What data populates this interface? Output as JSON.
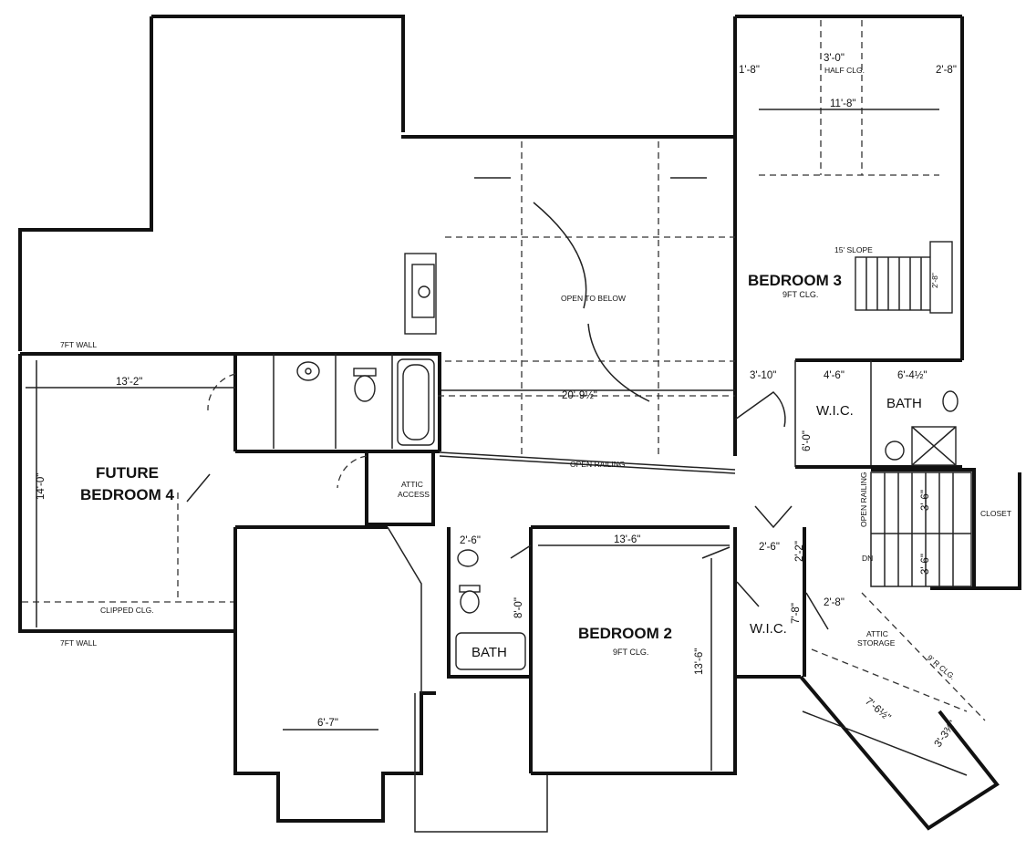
{
  "rooms": {
    "bedroom3": {
      "name": "BEDROOM 3",
      "ceiling": "9FT CLG."
    },
    "bedroom2": {
      "name": "BEDROOM 2",
      "ceiling": "9FT CLG."
    },
    "future_bedroom4": {
      "line1": "FUTURE",
      "line2": "BEDROOM 4"
    },
    "wic_upper": {
      "name": "W.I.C."
    },
    "wic_lower": {
      "name": "W.I.C."
    },
    "bath_upper": {
      "name": "BATH"
    },
    "bath_lower": {
      "name": "BATH"
    },
    "closet": {
      "name": "CLOSET"
    },
    "attic_access": {
      "line1": "ATTIC",
      "line2": "ACCESS"
    },
    "attic_storage": {
      "line1": "ATTIC",
      "line2": "STORAGE"
    },
    "open_to_below": {
      "name": "OPEN TO BELOW"
    }
  },
  "notes": {
    "open_railing": "OPEN RAILING",
    "open_railing_vertical": "OPEN RAILING",
    "wall_7ft_upper": "7FT WALL",
    "wall_7ft_lower": "7FT WALL",
    "clipped_clg": "CLIPPED CLG.",
    "half_clg": "HALF CLG.",
    "slope": "15' SLOPE",
    "dn": "DN",
    "r_clg": "9' R CLG."
  },
  "dimensions": {
    "top_3_0": "3'-0\"",
    "top_1_8": "1'-8\"",
    "top_2_8": "2'-8\"",
    "top_11_8": "11'-8\"",
    "b3_4_6": "4'-6\"",
    "b3_6_4h": "6'-4½\"",
    "b3_3_10": "3'-10\"",
    "b3_6_0": "6'-0\"",
    "fb4_13_2": "13'-2\"",
    "fb4_14_0": "14'-0\"",
    "open_20_9h": "20'-9½\"",
    "b2_13_6_w": "13'-6\"",
    "b2_13_6_h": "13'-6\"",
    "b2_2_6": "2'-6\"",
    "b2_2_2": "2'-2\"",
    "b2_7_8": "7'-8\"",
    "b2_2_8": "2'-8\"",
    "stair_3_6_a": "3'-6\"",
    "stair_3_6_b": "3'-6\"",
    "attic_7_6h": "7'-6½\"",
    "attic_3_3q": "3'-3¾\"",
    "bath_2_6": "2'-6\"",
    "bath_8_0": "8'-0\"",
    "bay_6_7": "6'-7\"",
    "b3_2_8_small": "2'-8\""
  },
  "icons": {
    "sink": "sink-icon",
    "toilet": "toilet-icon",
    "tub": "bathtub-icon",
    "shower": "shower-icon",
    "stairs": "stairs-icon",
    "door_swing": "door-swing-icon"
  },
  "colors": {
    "line": "#111111",
    "background": "#ffffff"
  }
}
